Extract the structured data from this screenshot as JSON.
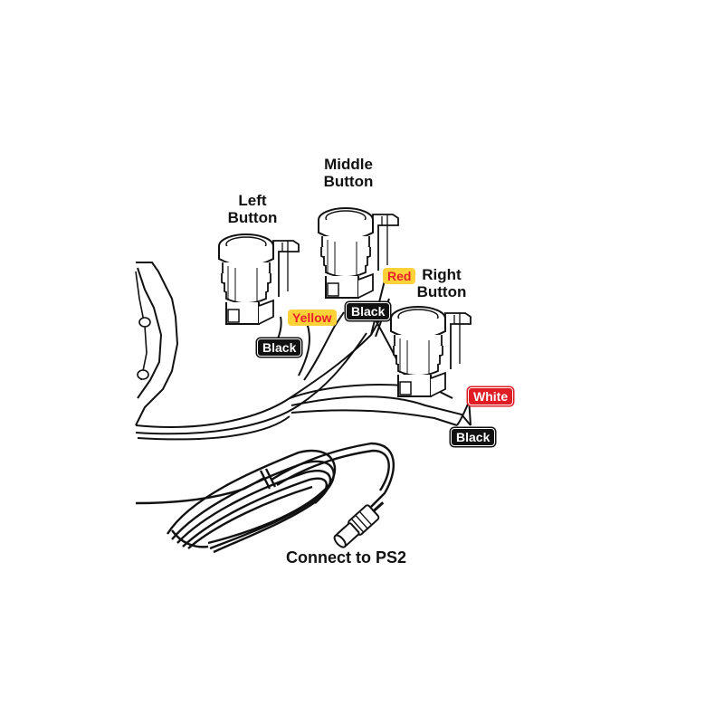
{
  "buttons": {
    "left": {
      "line1": "Left",
      "line2": "Button"
    },
    "middle": {
      "line1": "Middle",
      "line2": "Button"
    },
    "right": {
      "line1": "Right",
      "line2": "Button"
    }
  },
  "wires": {
    "yellow": "Yellow",
    "black_left": "Black",
    "black_middle": "Black",
    "red": "Red",
    "white": "White",
    "black_right": "Black"
  },
  "connector": {
    "label": "Connect to PS2"
  },
  "colors": {
    "line": "#111111",
    "tag_black": "#111111",
    "tag_yellow_bg": "#ffd23a",
    "tag_red_text": "#e8202a",
    "tag_white_bg": "#e01c24"
  }
}
